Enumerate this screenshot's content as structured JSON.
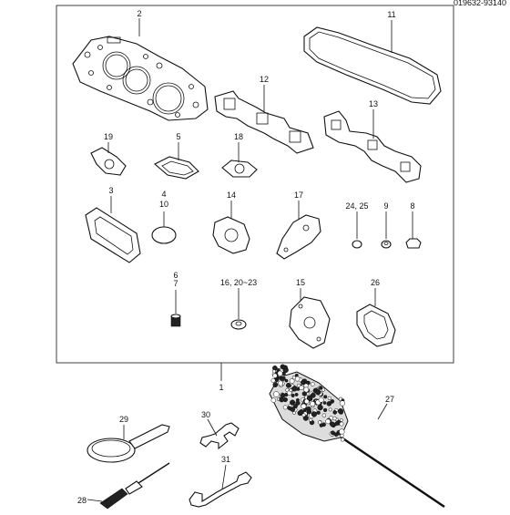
{
  "drawing_code": "019632-93140",
  "kit_label": "1",
  "callouts": {
    "p2": "2",
    "p11": "11",
    "p12": "12",
    "p13": "13",
    "p19": "19",
    "p5": "5",
    "p18": "18",
    "p3": "3",
    "p4": "4",
    "p10": "10",
    "p14": "14",
    "p17": "17",
    "p2425": "24, 25",
    "p9": "9",
    "p8": "8",
    "p6": "6",
    "p7": "7",
    "p16": "16, 20~23",
    "p15": "15",
    "p26": "26",
    "p27": "27",
    "p29": "29",
    "p30": "30",
    "p31": "31",
    "p28": "28"
  }
}
